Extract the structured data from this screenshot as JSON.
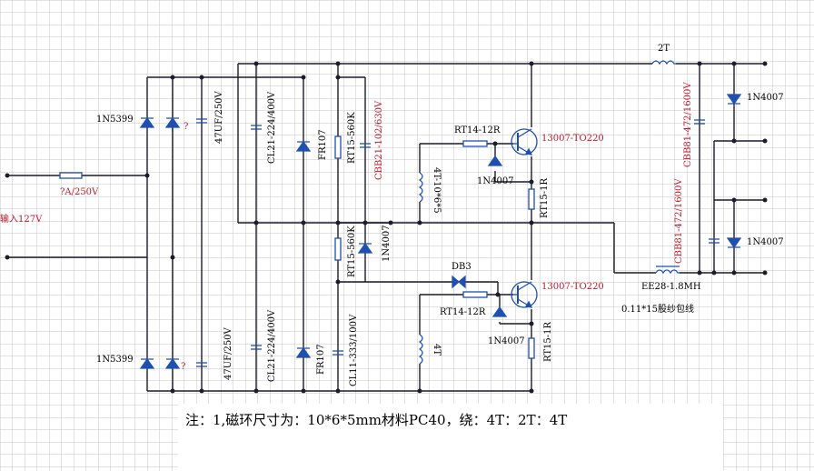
{
  "labels": {
    "input_voltage": "输入127V",
    "fuse": "?A/250V",
    "bridge_top": "1N5399",
    "bridge_bottom": "1N5399",
    "q_top": "?",
    "q_bottom": "?",
    "cap_top_47": "47UF/250V",
    "cap_bottom_47": "47UF/250V",
    "cl21_top": "CL21-224/400V",
    "cl21_bottom": "CL21-224/400V",
    "fr107_top": "FR107",
    "fr107_bottom": "FR107",
    "rt15_560k_top": "RT15-560K",
    "rt15_560k_bottom": "RT15-560K",
    "cbb21": "CBB21-102/630V",
    "in4007_mid": "1N4007",
    "cl11": "CL11-333/100V",
    "rt14_top": "RT14-12R",
    "rt14_bottom": "RT14-12R",
    "in4007_q1": "1N4007",
    "in4007_q2": "1N4007",
    "q1": "13007-TO220",
    "q2": "13007-TO220",
    "rt15_1r_top": "RT15-1R",
    "rt15_1r_bottom": "RT15-1R",
    "coil_4t_a": "4T-10*6*5",
    "coil_4t_b": "4T",
    "db3": "DB3",
    "coil_2t": "2T",
    "cbb81_top": "CBB81-472/1600V",
    "cbb81_bottom": "CBB81-472/1600V",
    "in4007_right_top": "1N4007",
    "in4007_right_bottom": "1N4007",
    "inductor": "EE28-1.8MH",
    "wire_note": "0.11*15股纱包线"
  },
  "note": "注：1,磁环尺寸为：10*6*5mm材料PC40，绕：4T：2T：4T",
  "colors": {
    "grid": "#c4c4c4",
    "wire": "#1c1c2c",
    "component": "#1f4fb0",
    "red_label": "#c0182c"
  }
}
